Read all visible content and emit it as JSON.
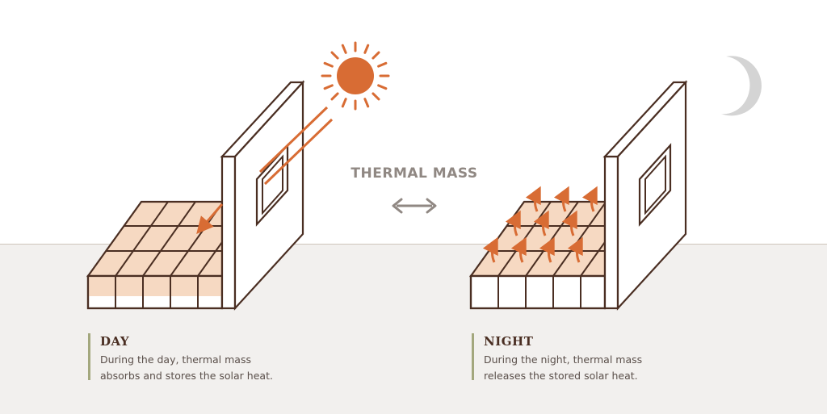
{
  "center": {
    "title": "THERMAL MASS"
  },
  "day": {
    "title": "DAY",
    "line1": "During the day, thermal mass",
    "line2": "absorbs and stores the solar heat."
  },
  "night": {
    "title": "NIGHT",
    "line1": "During the night, thermal mass",
    "line2": "releases the stored solar heat."
  },
  "colors": {
    "outline": "#4a2e22",
    "heat": "#d86c34",
    "slab_fill": "#f6d9c2",
    "moon": "#d4d4d4",
    "ground": "#f2f0ee",
    "caption_rule": "#a3a77d",
    "center_text": "#908883"
  },
  "icons": [
    "sun-icon",
    "moon-icon",
    "double-arrow-icon",
    "heat-arrow-icon"
  ]
}
